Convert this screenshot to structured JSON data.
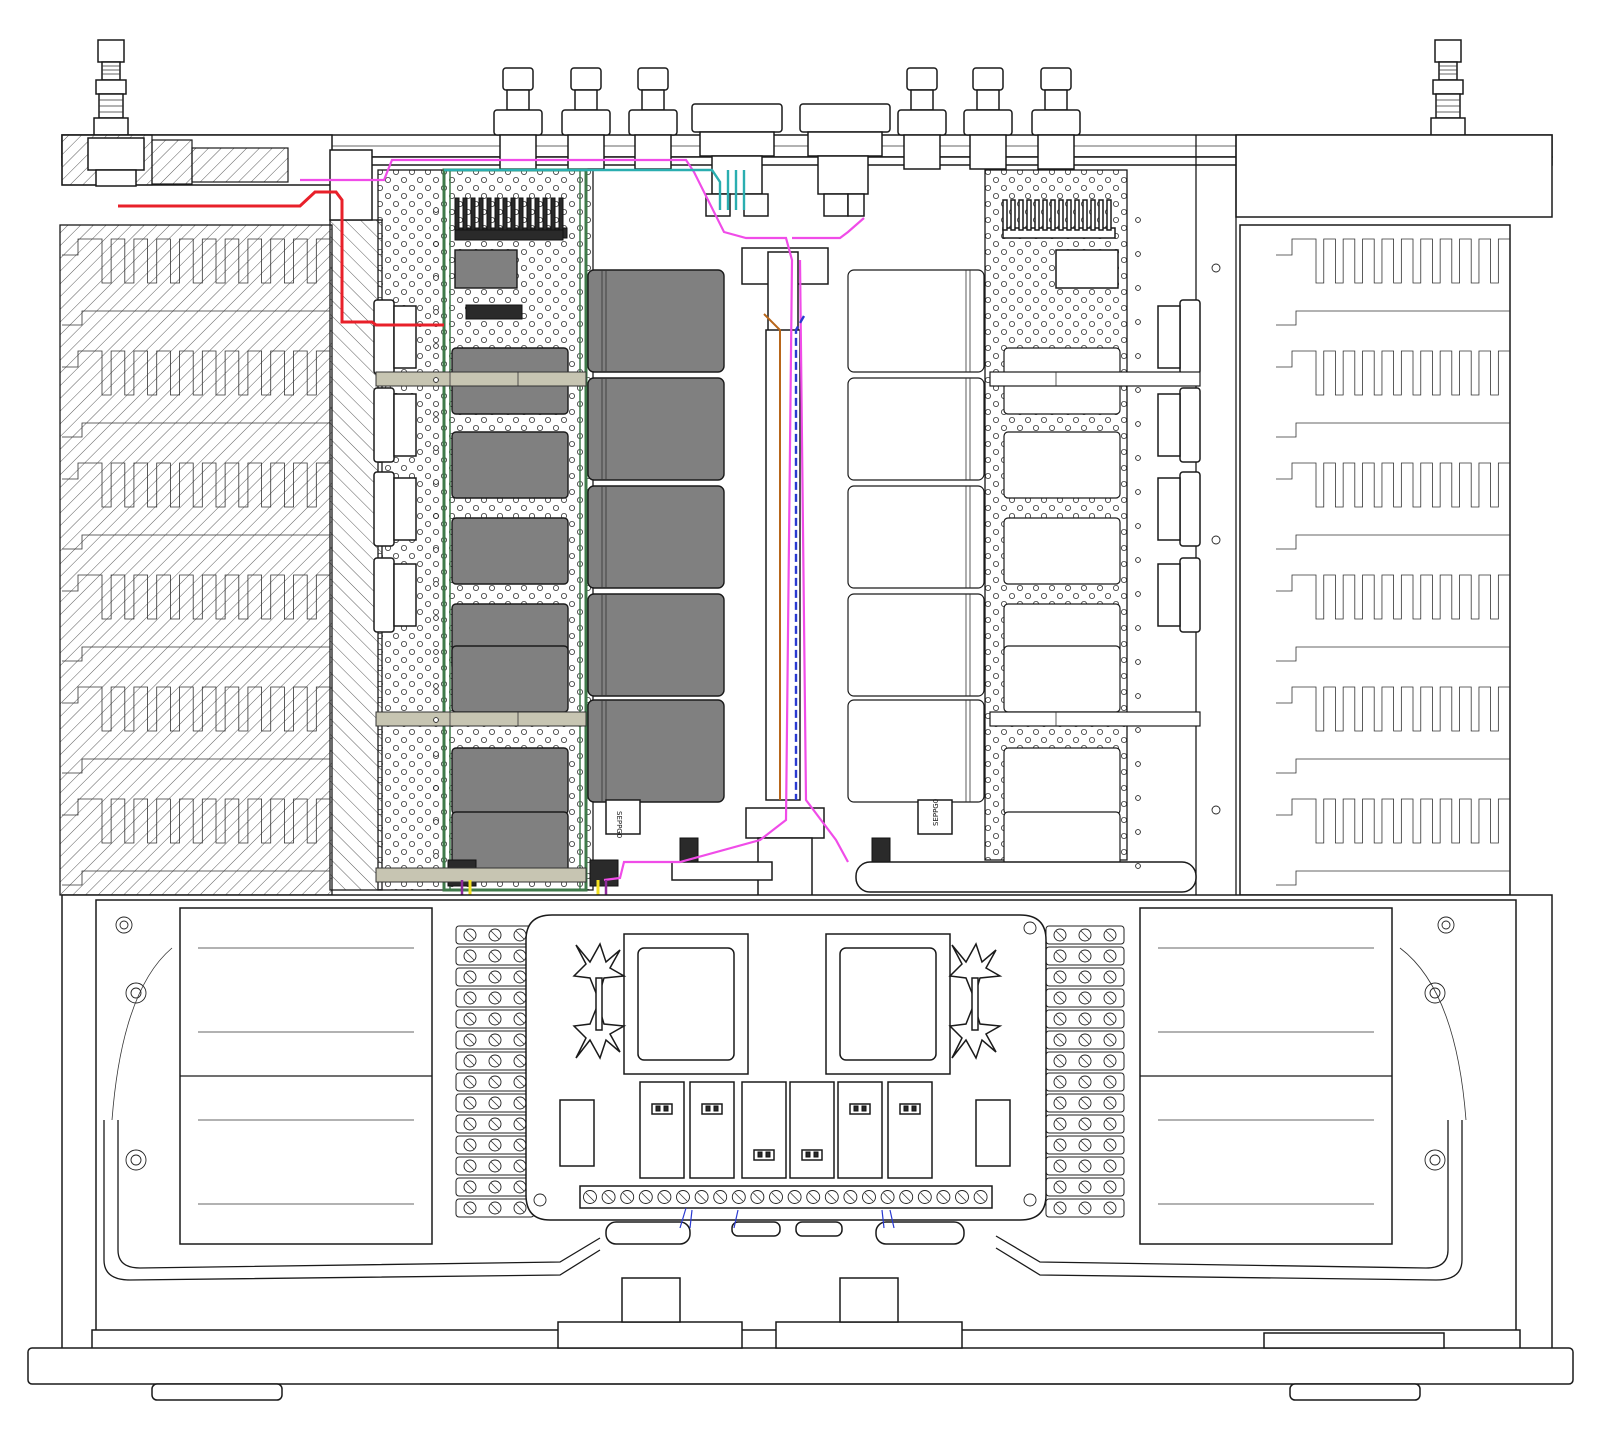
{
  "figure": {
    "rca_label": "SEPPG0",
    "wire_colors": {
      "red": "#e8202a",
      "magenta": "#f04ce8",
      "teal": "#2aaeb0",
      "blue": "#2a3ad0",
      "brown": "#b8661a",
      "yellow": "#f2e020",
      "purple": "#8e2a9a",
      "pcb_green": "#3f7a4a",
      "rod": "#c7c5b2",
      "capacitor": "#808080"
    },
    "parts": {
      "left_heatsink": "heatsink",
      "right_heatsink": "heatsink",
      "left_transformer": "transformer",
      "right_transformer": "transformer",
      "terminal_strips": "terminal-block",
      "relays": "relay"
    }
  }
}
